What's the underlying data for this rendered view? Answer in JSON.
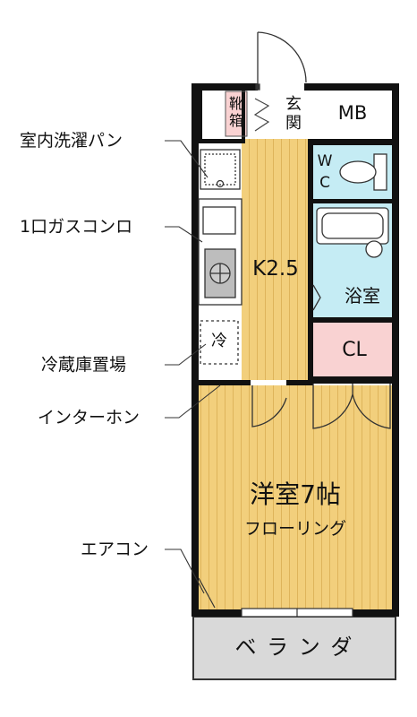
{
  "rooms": {
    "shoe_box": "靴箱",
    "entrance": "玄関",
    "mb": "MB",
    "wc_w": "W",
    "wc_c": "C",
    "kitchen": "K2.5",
    "bath": "浴室",
    "closet": "CL",
    "fridge_mark": "冷",
    "western_room": "洋室7帖",
    "flooring": "フローリング",
    "balcony": "ベ ラ ン ダ"
  },
  "callouts": {
    "washer_pan": "室内洗濯パン",
    "gas_stove": "1口ガスコンロ",
    "fridge_space": "冷蔵庫置場",
    "intercom": "インターホン",
    "aircon": "エアコン"
  },
  "colors": {
    "floor_wood": "#f2cf7c",
    "wall": "#111111",
    "tile_blue": "#c5ecf4",
    "closet_pink": "#f9d2d2",
    "balcony_gray": "#d9d9d9"
  }
}
